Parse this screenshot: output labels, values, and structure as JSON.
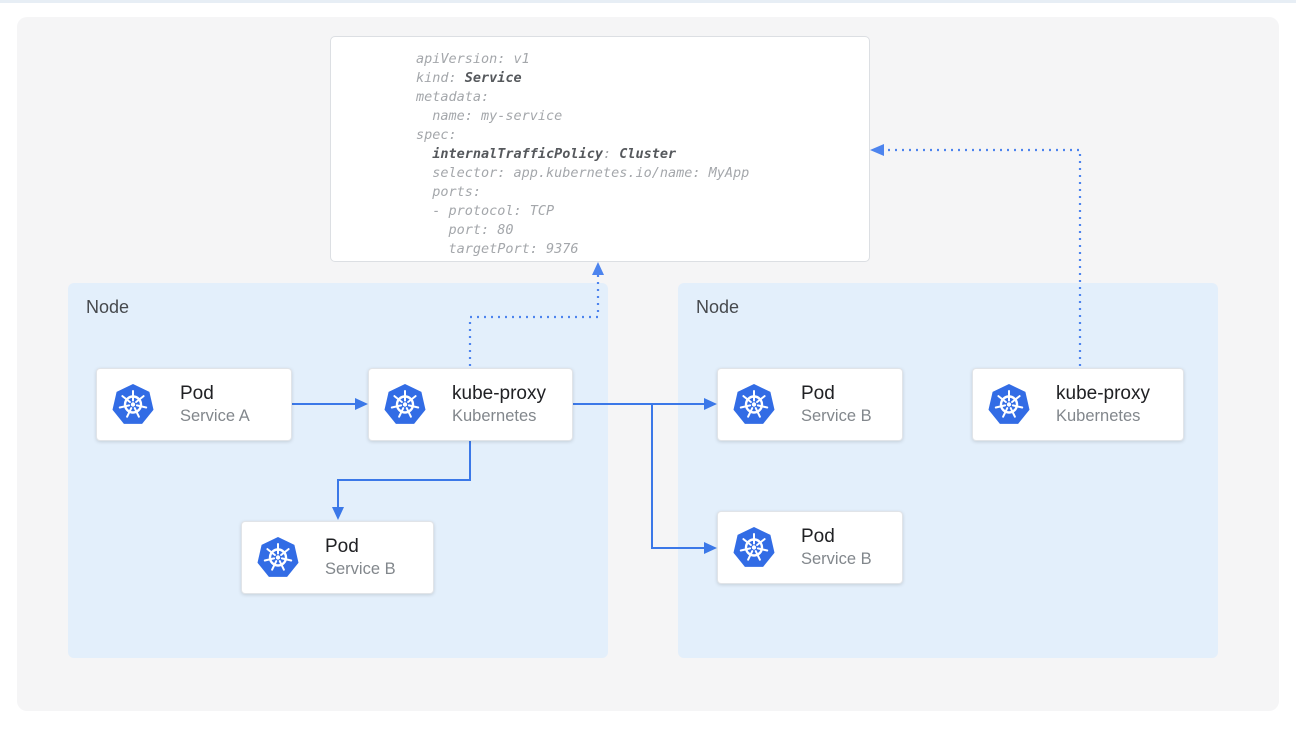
{
  "colors": {
    "arrow_blue": "#3b78e8",
    "dotted_blue": "#4d84ee",
    "k8s_blue": "#326ce5",
    "node_fill": "#e3effb",
    "panel_bg": "#f5f5f6",
    "code_gray": "#a4a7ab",
    "code_bold": "#55585c",
    "title_color": "#202124",
    "subtitle_color": "#82878c",
    "node_label_color": "#46494d"
  },
  "code": {
    "lines": [
      [
        [
          "apiVersion: v1",
          false
        ]
      ],
      [
        [
          "kind: ",
          false
        ],
        [
          "Service",
          true
        ]
      ],
      [
        [
          "metadata:",
          false
        ]
      ],
      [
        [
          "  name: my-service",
          false
        ]
      ],
      [
        [
          "spec:",
          false
        ]
      ],
      [
        [
          "  ",
          false
        ],
        [
          "internalTrafficPolicy",
          true
        ],
        [
          ": ",
          false
        ],
        [
          "Cluster",
          true
        ]
      ],
      [
        [
          "  selector: app.kubernetes.io/name: MyApp",
          false
        ]
      ],
      [
        [
          "  ports:",
          false
        ]
      ],
      [
        [
          "  - protocol: TCP",
          false
        ]
      ],
      [
        [
          "    port: 80",
          false
        ]
      ],
      [
        [
          "    targetPort: 9376",
          false
        ]
      ]
    ]
  },
  "nodes": {
    "left": {
      "label": "Node"
    },
    "right": {
      "label": "Node"
    }
  },
  "cards": {
    "pod_a": {
      "icon": "kubernetes-icon",
      "title": "Pod",
      "subtitle": "Service A"
    },
    "kube_proxy_left": {
      "icon": "kubernetes-icon",
      "title": "kube-proxy",
      "subtitle": "Kubernetes"
    },
    "pod_b_left": {
      "icon": "kubernetes-icon",
      "title": "Pod",
      "subtitle": "Service B"
    },
    "pod_b_right_top": {
      "icon": "kubernetes-icon",
      "title": "Pod",
      "subtitle": "Service B"
    },
    "pod_b_right_bottom": {
      "icon": "kubernetes-icon",
      "title": "Pod",
      "subtitle": "Service B"
    },
    "kube_proxy_right": {
      "icon": "kubernetes-icon",
      "title": "kube-proxy",
      "subtitle": "Kubernetes"
    }
  },
  "edges": [
    {
      "from": "pod-service-a",
      "to": "kube-proxy-left",
      "style": "solid-arrow"
    },
    {
      "from": "kube-proxy-left",
      "to": "pod-service-b-left",
      "style": "solid-arrow"
    },
    {
      "from": "kube-proxy-left",
      "to": "pod-service-b-right-top",
      "style": "solid-arrow"
    },
    {
      "from": "kube-proxy-left",
      "to": "pod-service-b-right-bottom",
      "style": "solid-arrow"
    },
    {
      "from": "kube-proxy-left",
      "to": "service-yaml-box",
      "style": "dotted-arrow"
    },
    {
      "from": "kube-proxy-right",
      "to": "service-yaml-box",
      "style": "dotted-arrow"
    }
  ]
}
